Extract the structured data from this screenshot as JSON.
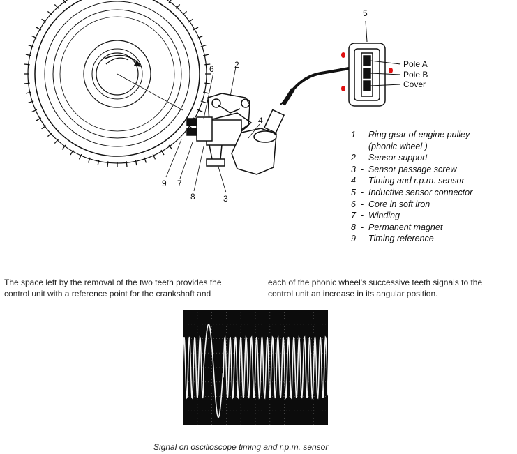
{
  "legend": {
    "items": [
      {
        "num": "1",
        "text": "Ring gear of engine pulley"
      },
      {
        "num": "",
        "text": "(phonic wheel )"
      },
      {
        "num": "2",
        "text": "Sensor support"
      },
      {
        "num": "3",
        "text": "Sensor passage screw"
      },
      {
        "num": "4",
        "text": "Timing and r.p.m. sensor"
      },
      {
        "num": "5",
        "text": "Inductive sensor connector"
      },
      {
        "num": "6",
        "text": "Core in soft iron"
      },
      {
        "num": "7",
        "text": "Winding"
      },
      {
        "num": "8",
        "text": "Permanent magnet"
      },
      {
        "num": "9",
        "text": "Timing reference"
      }
    ]
  },
  "connector": {
    "pole_a": "Pole A",
    "pole_b": "Pole B",
    "cover": "Cover",
    "marker_color": "#e01010"
  },
  "part_numbers": {
    "p2": "2",
    "p3": "3",
    "p4": "4",
    "p5": "5",
    "p6": "6",
    "p7": "7",
    "p8": "8",
    "p9": "9"
  },
  "text": {
    "para_left_1": "The space left by the removal of the two teeth provides the",
    "para_left_2": "control unit with a reference point for the crankshaft and",
    "para_right_1": "each of the phonic wheel's successive teeth signals to the",
    "para_right_2": "control unit an increase in its angular position."
  },
  "caption": "Signal on oscilloscope timing and r.p.m. sensor"
}
